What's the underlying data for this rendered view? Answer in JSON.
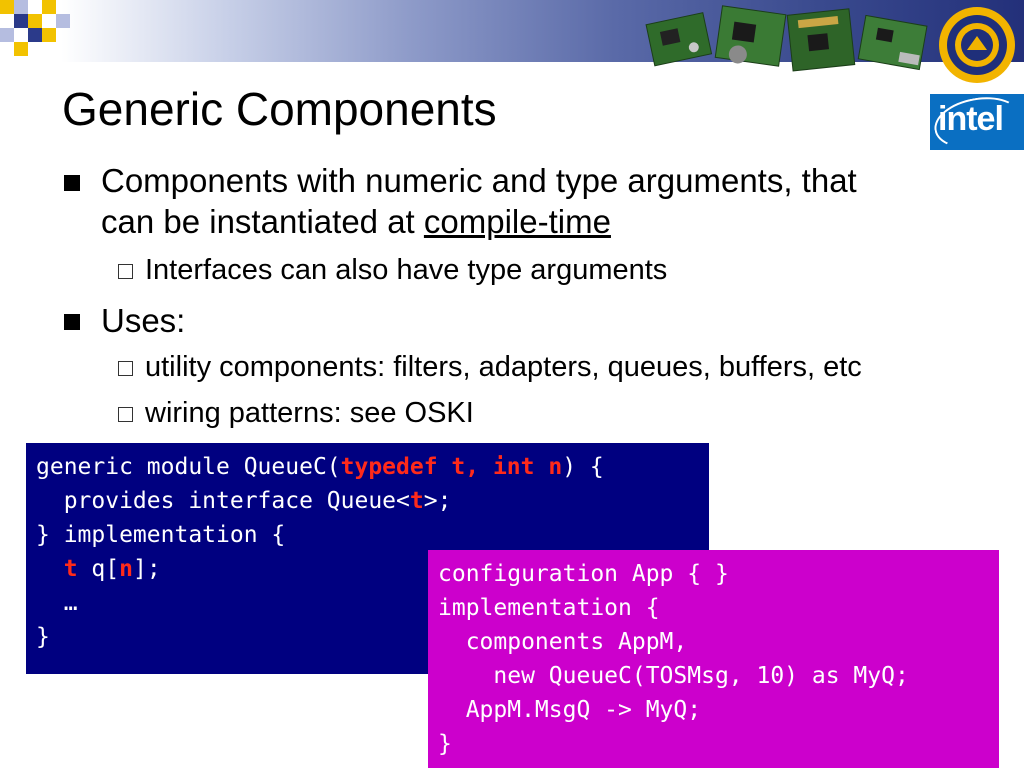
{
  "slide": {
    "title": "Generic Components",
    "bullets": [
      {
        "line1": "Components with numeric and type arguments, that",
        "line2_prefix": "can be instantiated at ",
        "line2_link": "compile-time"
      },
      {
        "text": "Uses:"
      }
    ],
    "subbullets": [
      "Interfaces can also have type arguments",
      "utility components: filters, adapters, queues, buffers, etc",
      "wiring patterns: see OSKI"
    ],
    "logo_text": "intel",
    "colors": {
      "code_box_1": "#000080",
      "code_box_2": "#cc00cc",
      "highlight": "#ff2a1a",
      "logo_bg": "#0a6fc2"
    }
  },
  "code1": {
    "l1_a": "generic module QueueC(",
    "l1_b": "typedef t, int n",
    "l1_c": ") {",
    "l2_a": "  provides interface Queue<",
    "l2_b": "t",
    "l2_c": ">;",
    "l3": "} implementation {",
    "l4_a": "  ",
    "l4_b": "t",
    "l4_c": " q[",
    "l4_d": "n",
    "l4_e": "];",
    "l5": "  …",
    "l6": "}"
  },
  "code2": {
    "lines": [
      "configuration App { }",
      "implementation {",
      "  components AppM,",
      "    new QueueC(TOSMsg, 10) as MyQ;",
      "  AppM.MsgQ -> MyQ;",
      "}"
    ]
  }
}
